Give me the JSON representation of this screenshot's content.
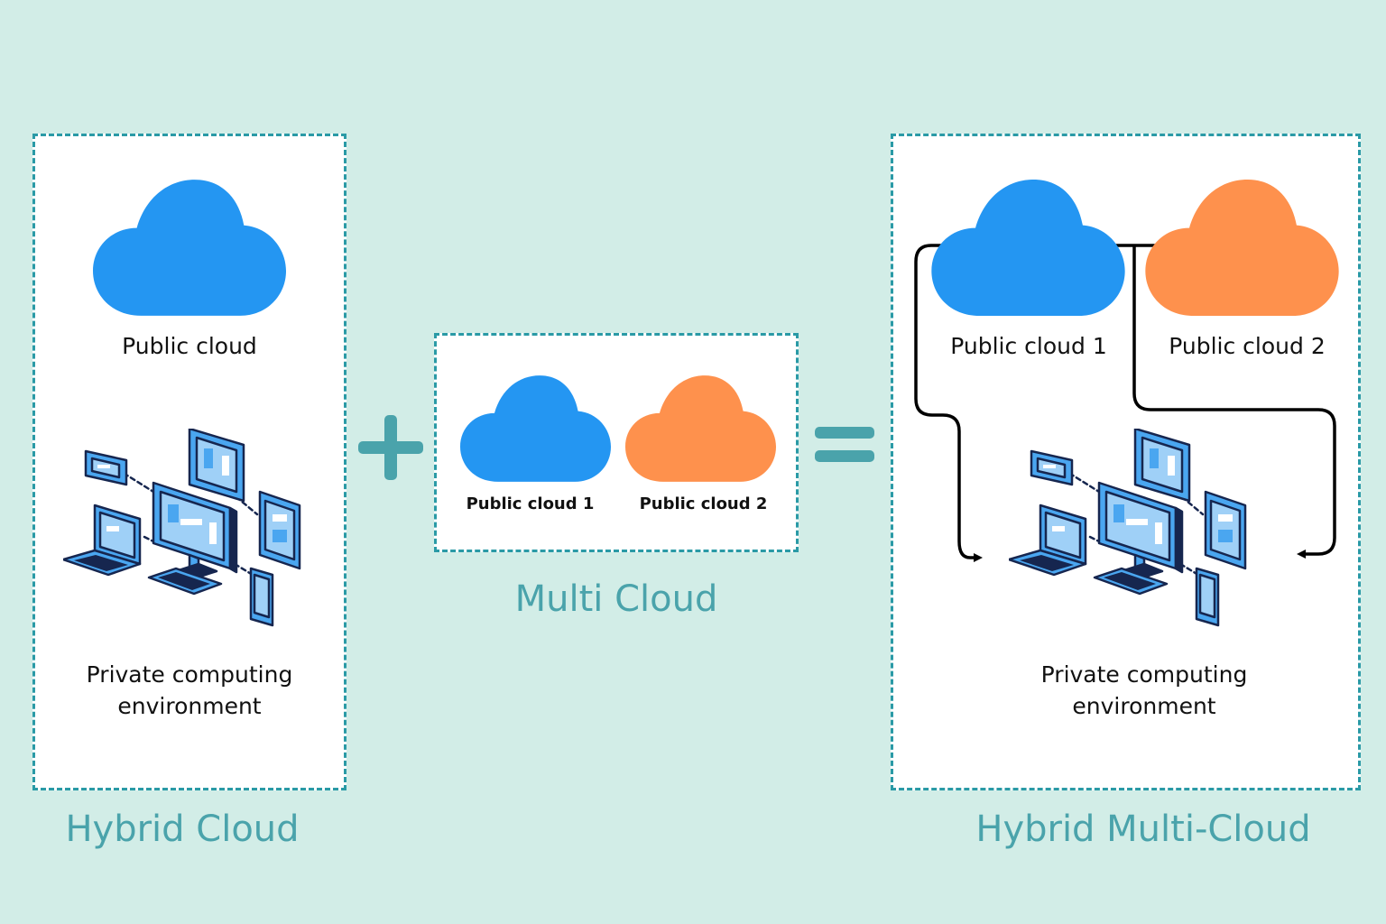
{
  "colors": {
    "background": "#d2ede7",
    "panel_border": "#2a9aa6",
    "cloud_blue": "#2496f2",
    "cloud_orange": "#fe914d",
    "caption_teal": "#4aa3ab",
    "operator_teal": "#4aa3ab",
    "device_blue": "#4aa6f0",
    "device_dark": "#16264f"
  },
  "hybrid_cloud": {
    "public_label": "Public cloud",
    "private_label": "Private computing\nenvironment",
    "caption": "Hybrid Cloud"
  },
  "multi_cloud": {
    "cloud1_label": "Public cloud 1",
    "cloud2_label": "Public cloud 2",
    "caption": "Multi Cloud"
  },
  "hybrid_multi_cloud": {
    "cloud1_label": "Public cloud 1",
    "cloud2_label": "Public cloud 2",
    "private_label": "Private computing\nenvironment",
    "caption": "Hybrid Multi-Cloud"
  },
  "operators": {
    "plus": "plus-icon",
    "equals": "equals-icon"
  }
}
